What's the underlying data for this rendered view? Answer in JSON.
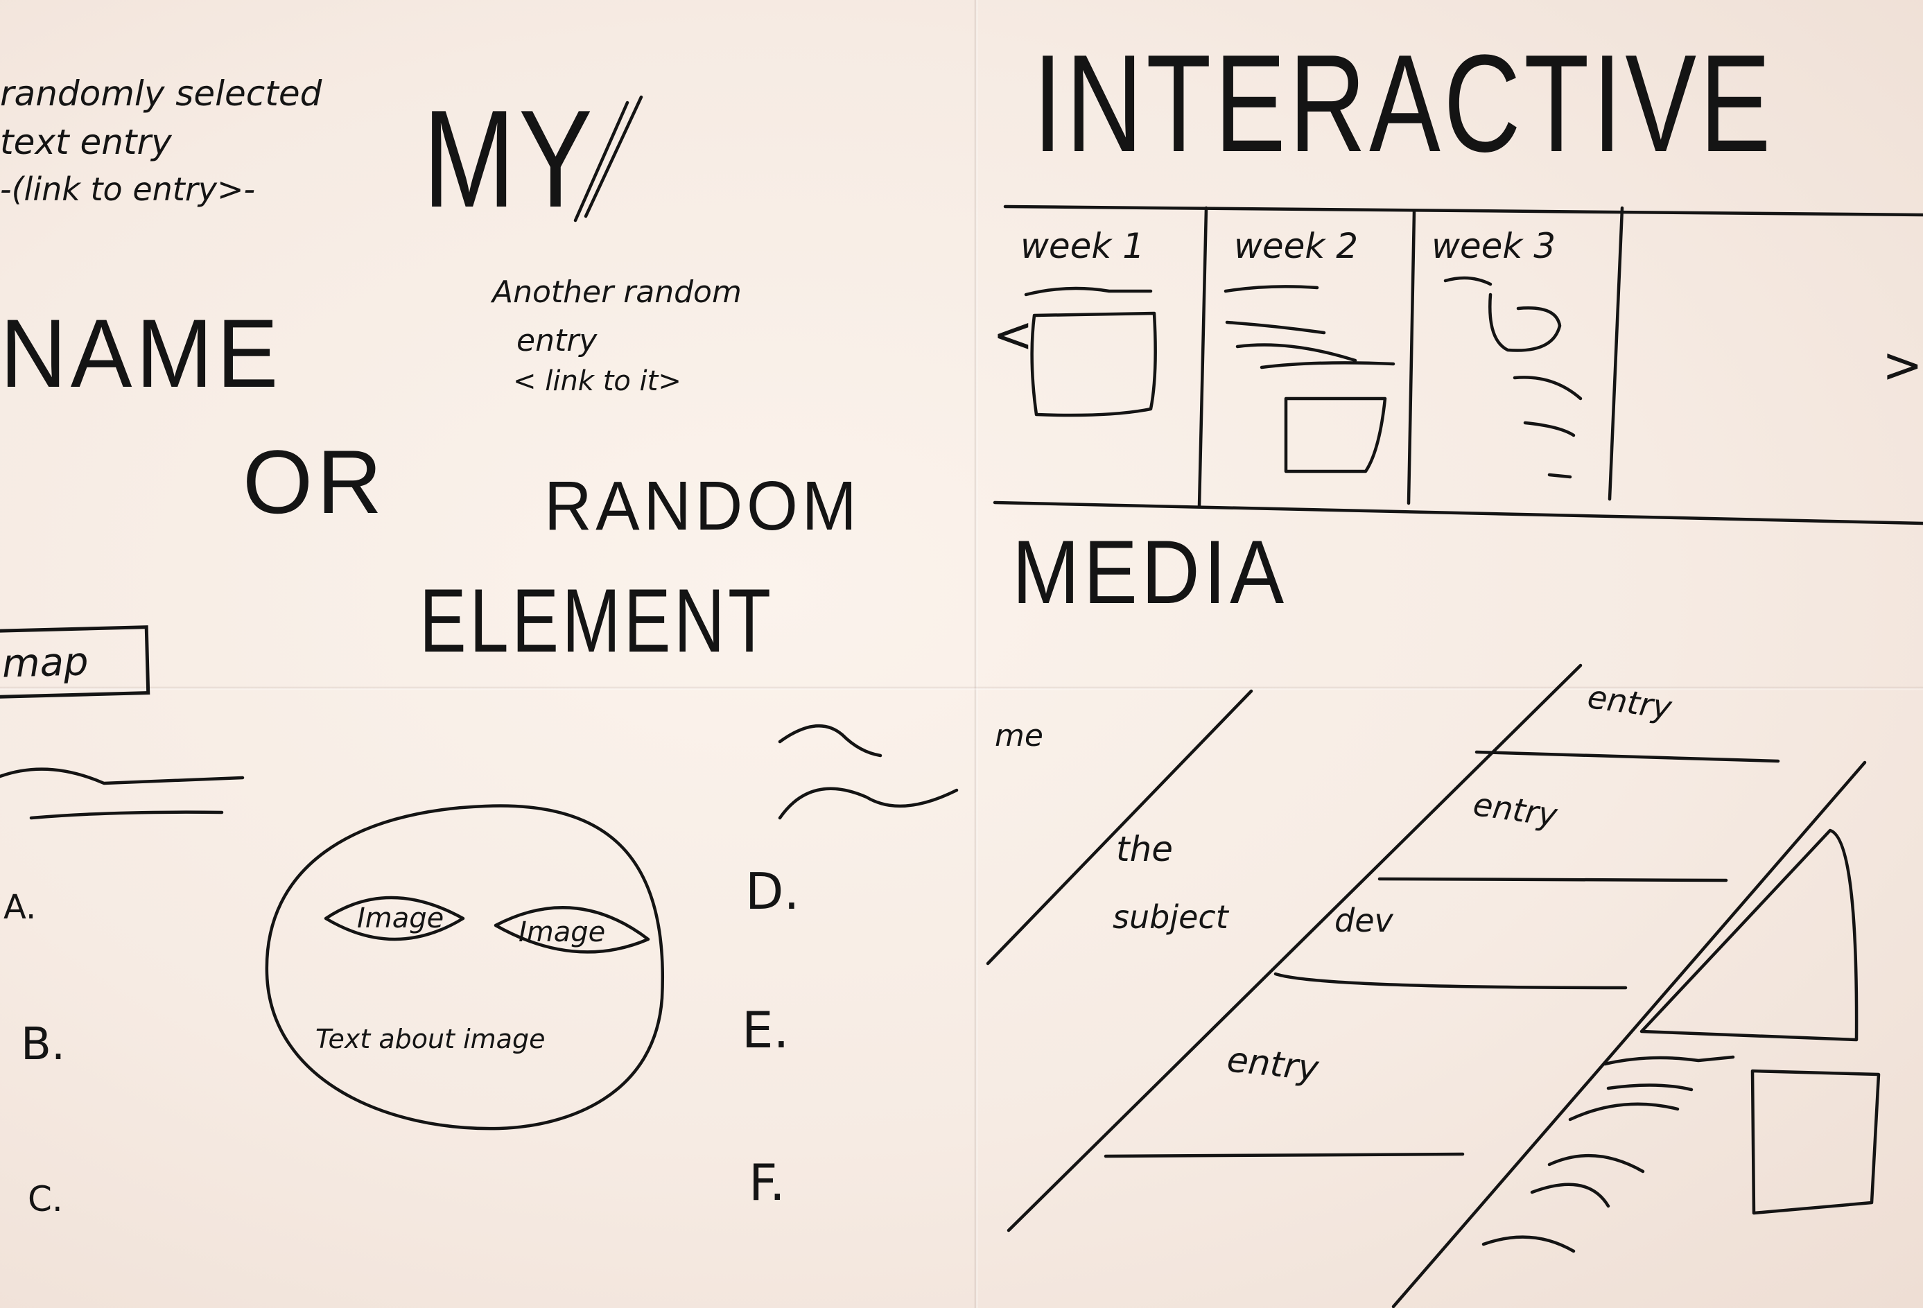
{
  "left_page": {
    "random_entry": {
      "line1": "randomly selected",
      "line2": "text entry",
      "link": "-(link to entry>-"
    },
    "title_words": [
      "MY",
      "NAME",
      "OR",
      "RANDOM",
      "ELEMENT"
    ],
    "another_entry": {
      "line1": "Another random",
      "line2": "entry",
      "link": "< link to it>"
    },
    "map_button": "map",
    "list_left": [
      "A.",
      "B.",
      "C."
    ],
    "list_right": [
      "D.",
      "E.",
      "F."
    ],
    "image_card": {
      "image1": "Image",
      "image2": "Image",
      "caption": "Text about image"
    }
  },
  "right_page": {
    "title": "INTERACTIVE",
    "weeks": [
      "week 1",
      "week 2",
      "week 3"
    ],
    "prev_arrow": "<",
    "next_arrow": ">",
    "media_title": "MEDIA",
    "me_label": "me",
    "subject": {
      "line1": "the",
      "line2": "subject"
    },
    "dev_label": "dev",
    "entries": [
      "entry",
      "entry",
      "entry"
    ]
  }
}
